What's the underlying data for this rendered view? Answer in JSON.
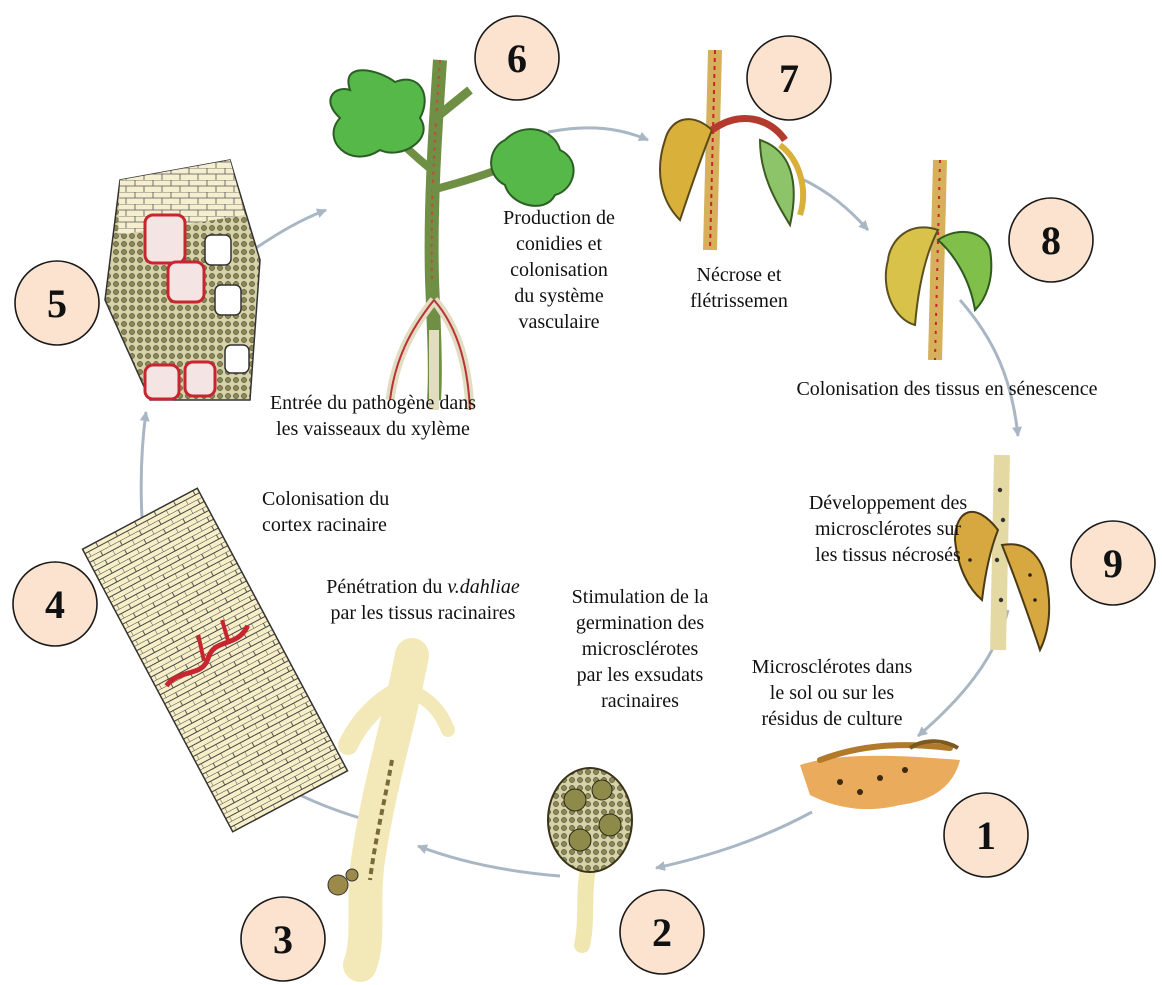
{
  "steps": [
    {
      "number": "1",
      "label": "Microsclérotes dans\nle sol ou sur les\nrésidus de culture"
    },
    {
      "number": "2",
      "label": "Stimulation de la\ngermination des\nmicrosclérotes\npar les exsudats\nracinaires"
    },
    {
      "number": "3",
      "label_pre": "Pénétration du ",
      "label_italic": "v.dahliae",
      "label_post": "\npar les tissus racinaires"
    },
    {
      "number": "4",
      "label": "Colonisation du\ncortex racinaire"
    },
    {
      "number": "5",
      "label": "Entrée du pathogène dans\nles vaisseaux du xylème"
    },
    {
      "number": "6",
      "label": "Production de\nconidies et\ncolonisation\ndu système\nvasculaire"
    },
    {
      "number": "7",
      "label": "Nécrose et\nflétrissemen"
    },
    {
      "number": "8",
      "label": "Colonisation des tissus en sénescence"
    },
    {
      "number": "9",
      "label": "Développement des\nmicrosclérotes sur\nles tissus nécrosés"
    }
  ],
  "colors": {
    "number_circle_fill": "#fbe3cf",
    "cycle_arrow": "#a9b7c4",
    "leaf_green": "#57b84a",
    "wilted_yellow": "#d9b13a",
    "infection_red": "#c7252f",
    "root_cream": "#f3e9b8",
    "soil_orange": "#e8a24a"
  }
}
